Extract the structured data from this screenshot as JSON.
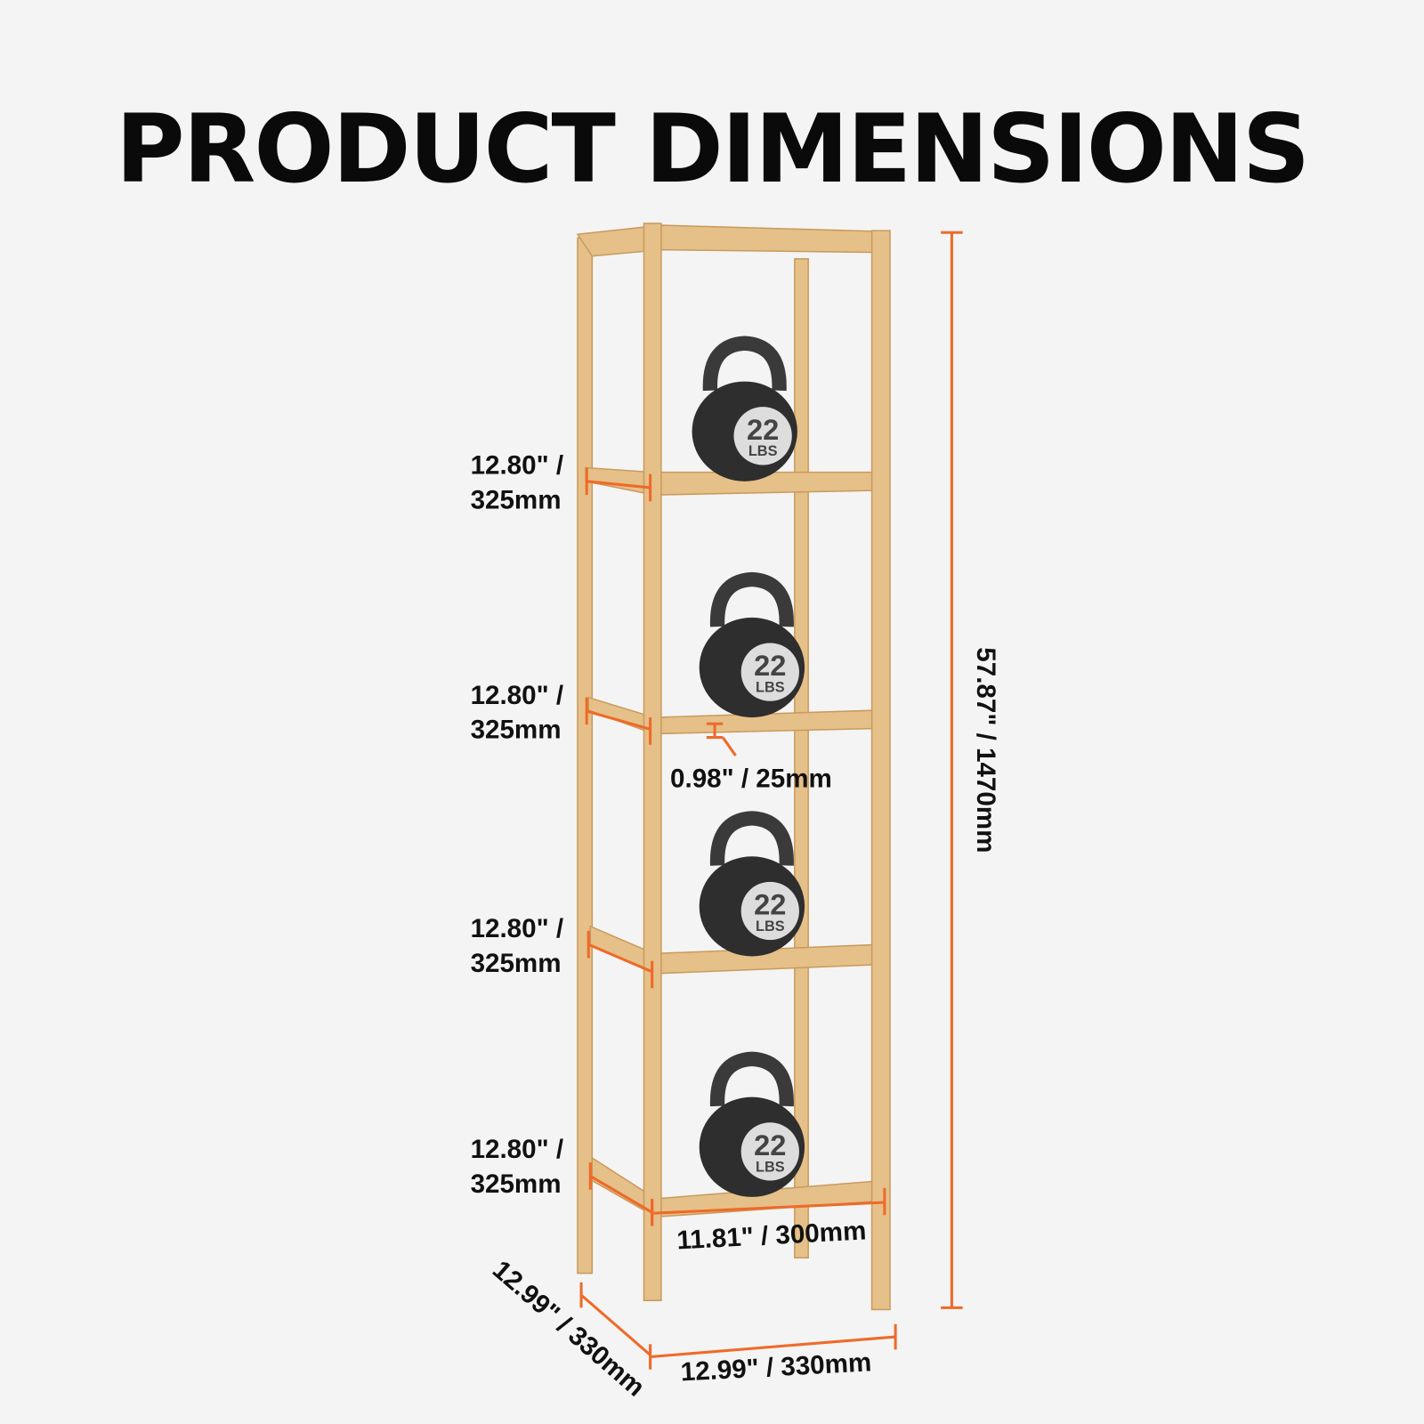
{
  "title": "PRODUCT DIMENSIONS",
  "kettlebell": {
    "weight": "22",
    "unit": "LBS"
  },
  "dimensions": {
    "shelf_spacing": [
      {
        "inch": "12.80\" /",
        "mm": "325mm"
      },
      {
        "inch": "12.80\" /",
        "mm": "325mm"
      },
      {
        "inch": "12.80\" /",
        "mm": "325mm"
      },
      {
        "inch": "12.80\" /",
        "mm": "325mm"
      }
    ],
    "shelf_thickness": "0.98\" / 25mm",
    "total_height": "57.87\" / 1470mm",
    "shelf_width": "11.81\" / 300mm",
    "base_depth": "12.99\" / 330mm",
    "base_width": "12.99\" / 330mm"
  },
  "colors": {
    "dimension_line": "#ee6a2a",
    "wood": "#e8c48e",
    "kettlebell": "#2e2e2e",
    "background": "#f4f4f4"
  }
}
